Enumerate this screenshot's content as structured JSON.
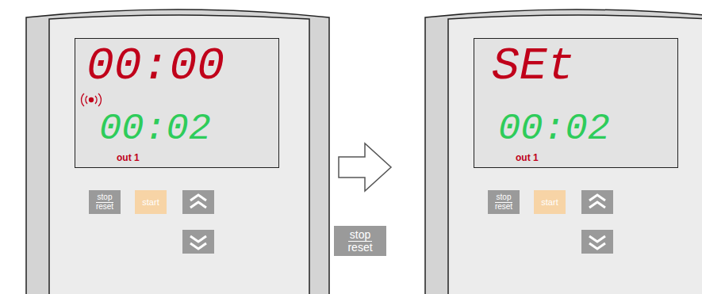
{
  "diagram": {
    "nodes": [
      {
        "text": [
          "00:00",
          "00:02",
          "out 1"
        ]
      },
      {
        "text": [
          "stop",
          "reset"
        ]
      },
      {
        "text": [
          "start"
        ]
      },
      {
        "text": [
          "SEt",
          "00:02",
          "out 1"
        ]
      },
      {
        "text": [
          "stop",
          "reset"
        ]
      },
      {
        "text": [
          "start"
        ]
      },
      {
        "text": [
          "stop",
          "reset"
        ]
      }
    ]
  }
}
